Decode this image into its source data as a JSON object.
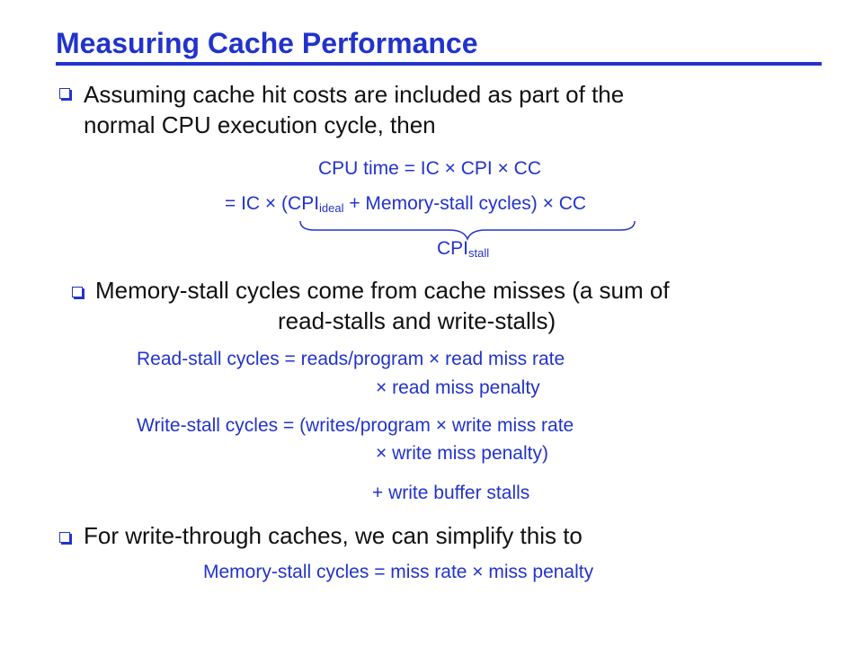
{
  "slide": {
    "title": "Measuring Cache Performance",
    "bullet1": {
      "line1": "Assuming cache hit costs are included as part of the",
      "line2": "normal CPU execution cycle, then"
    },
    "eq1": "CPU time = IC × CPI × CC",
    "eq2": {
      "prefix": "=  IC × (CPI",
      "sub": "ideal",
      "suffix": " + Memory-stall cycles) × CC"
    },
    "cpi_stall": {
      "main": "CPI",
      "sub": "stall"
    },
    "bullet2": {
      "line1": "Memory-stall cycles come from cache misses (a sum of",
      "line2": "read-stalls and write-stalls)"
    },
    "read_stall": {
      "line1": "Read-stall cycles  =   reads/program × read miss rate",
      "line2": "× read miss penalty"
    },
    "write_stall": {
      "line1": "Write-stall cycles   =  (writes/program × write miss rate",
      "line2": "× write miss penalty)",
      "line3": "+  write buffer stalls"
    },
    "bullet3": "For write-through caches, we can simplify this to",
    "mem_stall": "Memory-stall cycles   =  miss rate × miss penalty",
    "colors": {
      "accent": "#2233cc",
      "text": "#111111"
    }
  }
}
